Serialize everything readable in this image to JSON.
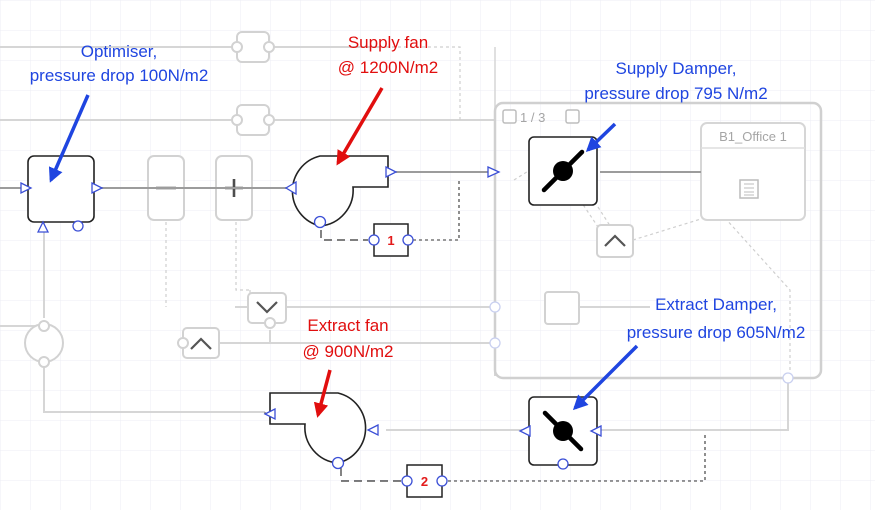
{
  "annotations": {
    "optimiser": {
      "line1": "Optimiser,",
      "line2": "pressure drop 100N/m2"
    },
    "supply_fan": {
      "line1": "Supply fan",
      "line2": "@ 1200N/m2"
    },
    "supply_damper": {
      "line1": "Supply Damper,",
      "line2": "pressure drop 795 N/m2"
    },
    "extract_fan": {
      "line1": "Extract fan",
      "line2": "@ 900N/m2"
    },
    "extract_damper": {
      "line1": "Extract Damper,",
      "line2": "pressure drop 605N/m2"
    }
  },
  "zone_group": {
    "label": "1 / 3",
    "zone_name": "B1_Office 1"
  },
  "controllers": {
    "supply": "1",
    "extract": "2"
  },
  "colors": {
    "annotation_blue": "#1f45e0",
    "annotation_red": "#e10e0e",
    "badge_red": "#e31b1b",
    "port_blue": "#3b4fd6",
    "grid": "#eceef4",
    "faded": "#c9c9c9"
  }
}
